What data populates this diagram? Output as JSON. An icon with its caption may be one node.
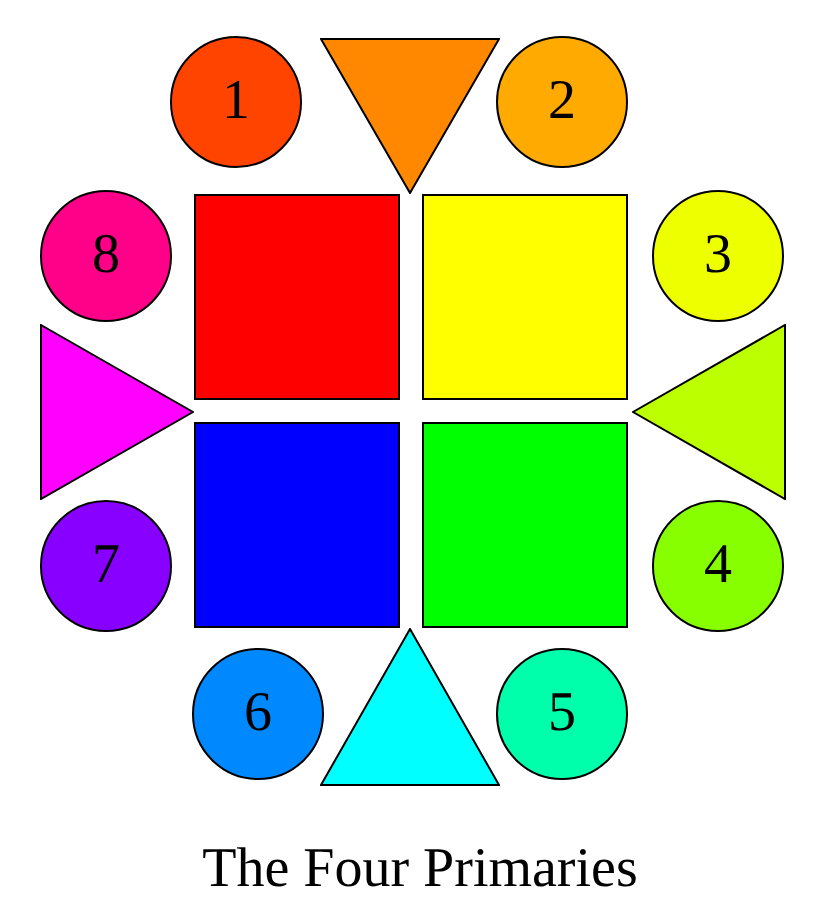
{
  "diagram": {
    "title": "The Four Primaries",
    "nodes": [
      {
        "text": [
          "1"
        ]
      },
      {
        "text": [],
        "shape": "triangle"
      },
      {
        "text": [
          "2"
        ]
      },
      {
        "text": [
          "8"
        ]
      },
      {
        "text": [],
        "shape": "box"
      },
      {
        "text": [],
        "shape": "box"
      },
      {
        "text": [
          "3"
        ]
      },
      {
        "text": [],
        "shape": "triangle"
      },
      {
        "text": [],
        "shape": "triangle"
      },
      {
        "text": [
          "7"
        ]
      },
      {
        "text": [],
        "shape": "box"
      },
      {
        "text": [],
        "shape": "box"
      },
      {
        "text": [
          "4"
        ]
      },
      {
        "text": [
          "6"
        ]
      },
      {
        "text": [],
        "shape": "triangle"
      },
      {
        "text": [
          "5"
        ]
      }
    ]
  }
}
